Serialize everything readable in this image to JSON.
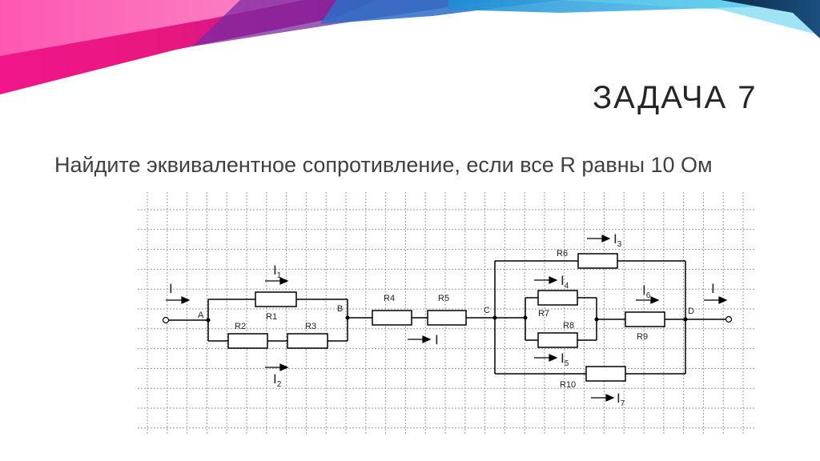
{
  "slide": {
    "title": "ЗАДАЧА 7",
    "body": "Найдите эквивалентное сопротивление, если все R равны 10 Ом"
  },
  "colors": {
    "banner_magenta": "#e8177f",
    "banner_pink": "#ff4fb0",
    "banner_cyan": "#2ab3e6",
    "banner_navy": "#0f3a63",
    "title_text": "#262626",
    "body_text": "#404040",
    "grid": "#9a9a9a",
    "wire": "#000000"
  },
  "circuit": {
    "nodes": [
      "A",
      "B",
      "C",
      "D"
    ],
    "resistors": [
      "R1",
      "R2",
      "R3",
      "R4",
      "R5",
      "R6",
      "R7",
      "R8",
      "R9",
      "R10"
    ],
    "currents": {
      "main_in": "I",
      "i1": {
        "letter": "I",
        "index": "1"
      },
      "i2": {
        "letter": "I",
        "index": "2"
      },
      "series": "I",
      "i3": {
        "letter": "I",
        "index": "3"
      },
      "i4": {
        "letter": "I",
        "index": "4"
      },
      "i5": {
        "letter": "I",
        "index": "5"
      },
      "i6": {
        "letter": "I",
        "index": "6"
      },
      "i7": {
        "letter": "I",
        "index": "7"
      },
      "main_out": "I"
    }
  }
}
